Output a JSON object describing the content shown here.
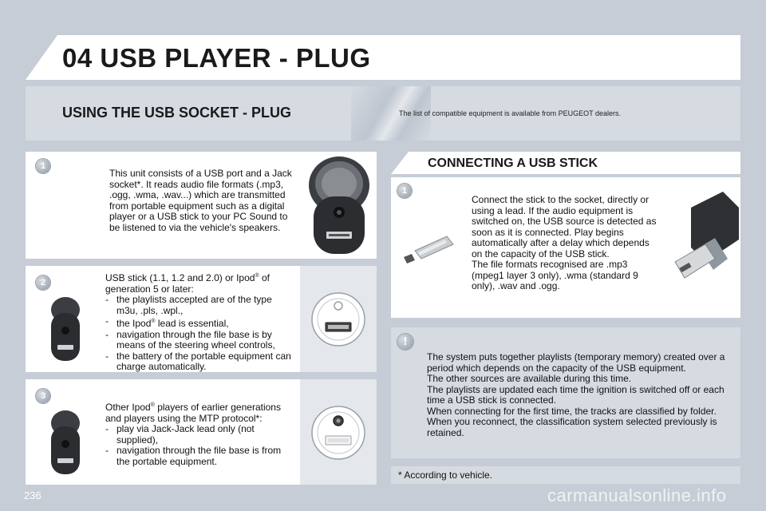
{
  "header": {
    "chapter_title": "04 USB PLAYER - PLUG"
  },
  "section": {
    "title": "USING THE USB SOCKET - PLUG",
    "compat_note": "The list of compatible equipment is available from PEUGEOT dealers."
  },
  "block1": {
    "number": "1",
    "text": "This unit consists of a USB port and a Jack socket*. It reads audio file formats (.mp3, .ogg, .wma, .wav...) which are transmitted from portable equipment such as a digital player or a USB stick to your PC Sound to be listened to via the vehicle's speakers."
  },
  "block2": {
    "number": "2",
    "intro_a": "USB stick (1.1, 1.2 and 2.0) or Ipod",
    "sup": "®",
    "intro_b": " of generation 5 or later:",
    "item1": "the playlists accepted are of the type m3u, .pls, .wpl.,",
    "item2_a": "the Ipod",
    "item2_b": " lead is essential,",
    "item3": "navigation through the file base is by means of the steering wheel controls,",
    "item4": "the battery of the portable equipment can charge automatically."
  },
  "block3": {
    "number": "3",
    "intro_a": "Other Ipod",
    "sup": "®",
    "intro_b": " players of earlier generations and players using the MTP protocol*:",
    "item1": "play via Jack-Jack lead only (not supplied),",
    "item2": "navigation through the file base is from the portable equipment."
  },
  "connect": {
    "title": "CONNECTING A USB STICK",
    "number": "1",
    "text1": "Connect the stick to the socket, directly or using a lead. If the audio equipment is switched on, the USB source is detected as soon as it is connected. Play begins automatically after a delay which depends on the capacity of the USB stick.",
    "text2": "The file formats recognised are .mp3 (mpeg1 layer 3 only), .wma (standard 9 only), .wav and .ogg."
  },
  "warning": {
    "symbol": "!",
    "line1": "The system puts together playlists (temporary memory) created over a period which depends on the capacity of the USB equipment.",
    "line2": "The other sources are available during this time.",
    "line3": "The playlists are updated each time the ignition is switched off or each time a USB stick is connected.",
    "line4": "When connecting for the first time, the tracks are classified by folder. When you reconnect, the classification system selected previously is retained."
  },
  "footnote": "* According to vehicle.",
  "page_number": "236",
  "watermark": "carmanualsonline.info"
}
